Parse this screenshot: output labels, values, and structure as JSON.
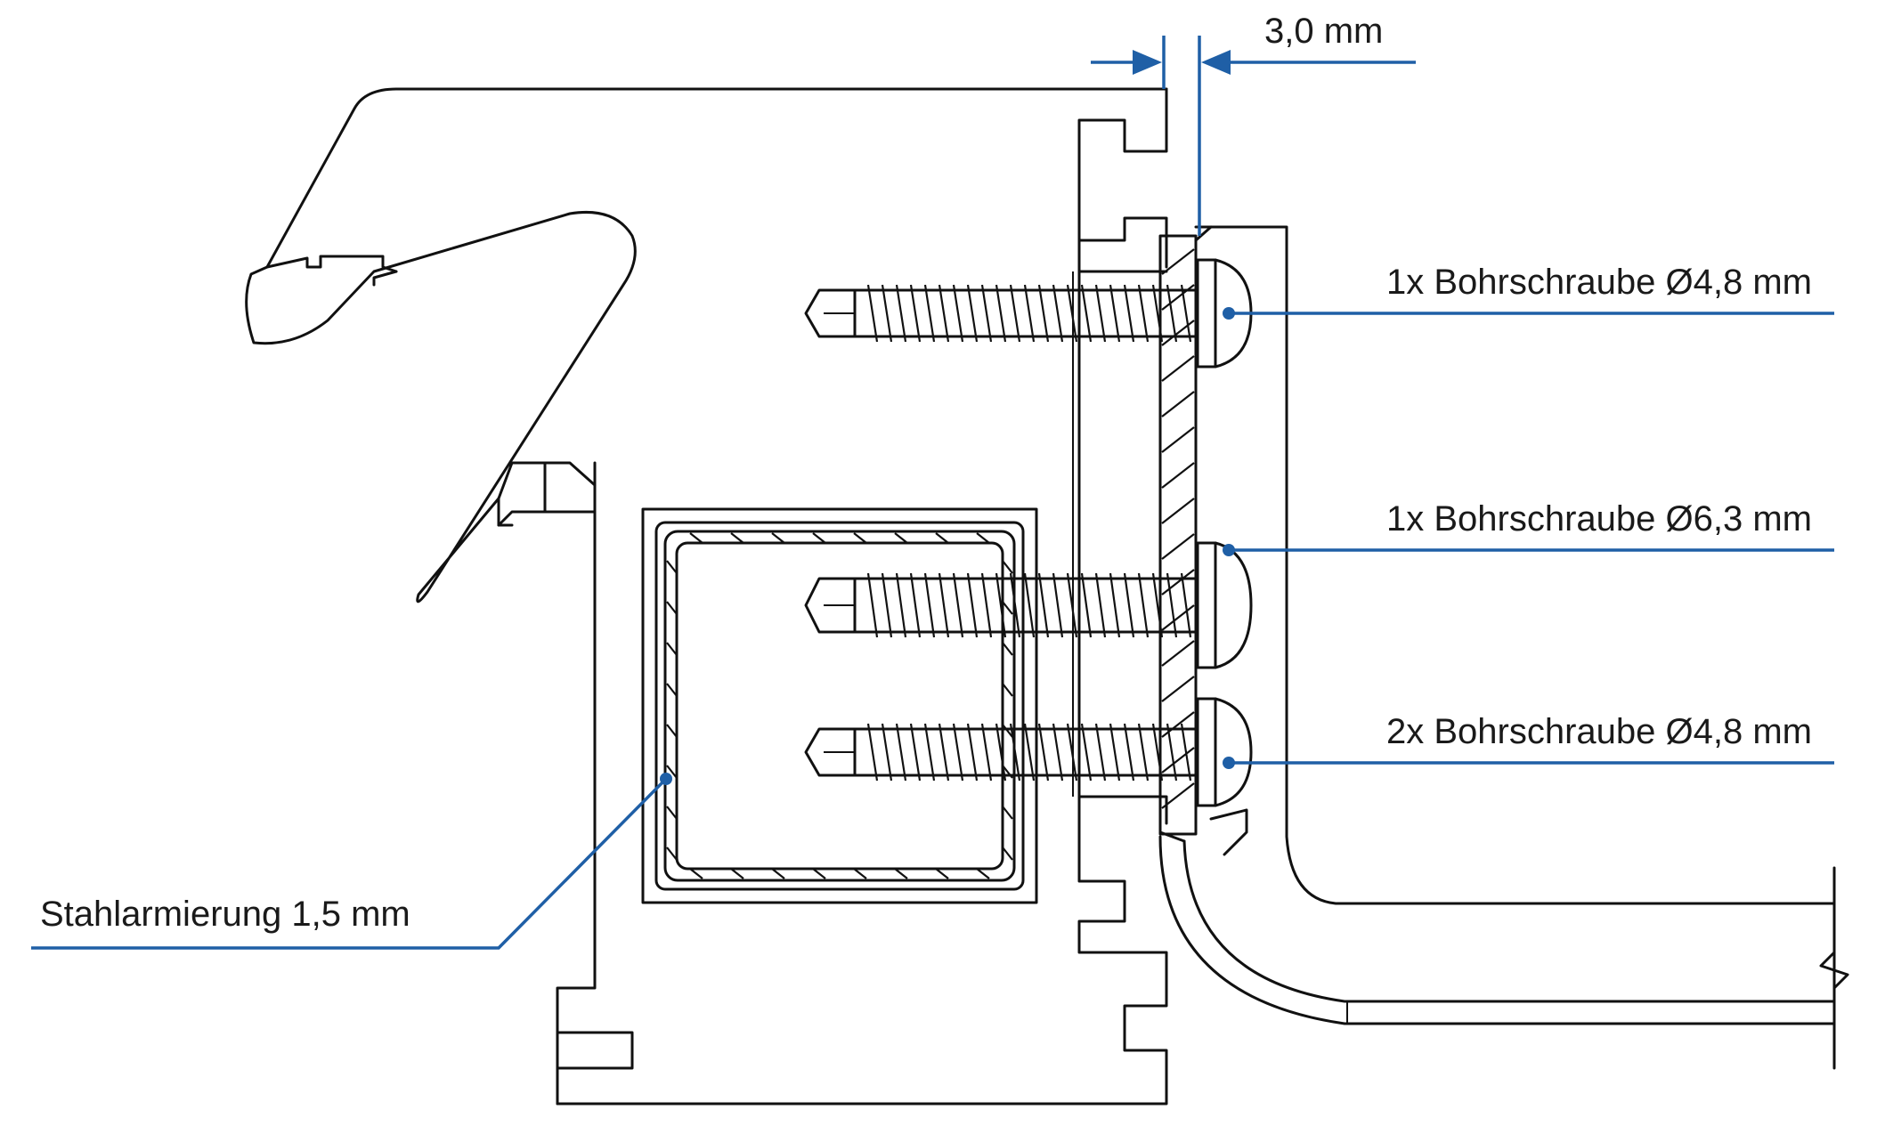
{
  "dimension": {
    "label": "3,0 mm"
  },
  "labels": [
    {
      "id": "screw-top",
      "text": "1x Bohrschraube Ø4,8 mm"
    },
    {
      "id": "screw-mid",
      "text": "1x Bohrschraube Ø6,3 mm"
    },
    {
      "id": "screw-bottom",
      "text": "2x Bohrschraube Ø4,8 mm"
    },
    {
      "id": "steel",
      "text": "Stahlarmierung 1,5 mm"
    }
  ],
  "colors": {
    "line": "#111111",
    "callout": "#1f5fa6",
    "background": "#ffffff"
  }
}
